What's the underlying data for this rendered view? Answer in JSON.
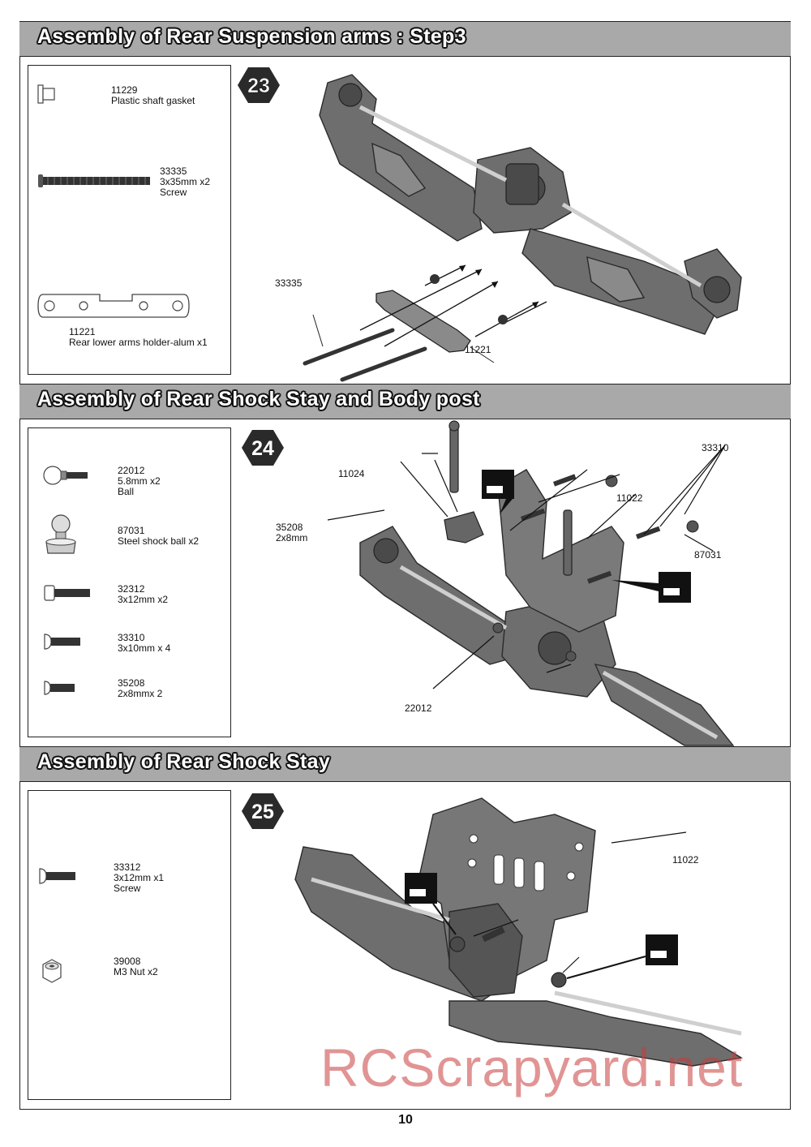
{
  "sections": [
    {
      "title": "Assembly of Rear Suspension arms : Step3",
      "step": "23",
      "parts": [
        {
          "lines": [
            "11229",
            "Plastic shaft gasket"
          ],
          "icon": "shaft-gasket-icon"
        },
        {
          "lines": [
            "33335",
            "3x35mm x2",
            "Screw"
          ],
          "icon": "long-screw-icon"
        },
        {
          "lines": [
            "11221",
            "Rear lower arms holder-alum x1"
          ],
          "icon": "arm-holder-plate-icon"
        }
      ],
      "callouts": [
        "33335",
        "11221"
      ]
    },
    {
      "title": "Assembly of Rear Shock Stay and Body post",
      "step": "24",
      "parts": [
        {
          "lines": [
            "22012",
            "5.8mm x2",
            "Ball"
          ],
          "icon": "ball-stud-icon"
        },
        {
          "lines": [
            "87031",
            "Steel shock ball x2"
          ],
          "icon": "steel-shock-ball-icon"
        },
        {
          "lines": [
            "32312",
            "3x12mm x2"
          ],
          "icon": "cap-screw-icon"
        },
        {
          "lines": [
            "33310",
            "3x10mm x 4"
          ],
          "icon": "button-screw-icon"
        },
        {
          "lines": [
            "35208",
            "2x8mmx 2"
          ],
          "icon": "small-screw-icon"
        }
      ],
      "callouts": [
        "11024",
        "35208",
        "2x8mm",
        "33310",
        "11022",
        "87031",
        "22012"
      ]
    },
    {
      "title": "Assembly of Rear Shock Stay",
      "step": "25",
      "parts": [
        {
          "lines": [
            "33312",
            "3x12mm x1",
            "Screw"
          ],
          "icon": "button-screw-icon"
        },
        {
          "lines": [
            "39008",
            "M3 Nut x2"
          ],
          "icon": "lock-nut-icon"
        }
      ],
      "callouts": [
        "11022"
      ]
    }
  ],
  "page_number": "10",
  "watermark": "RCScrapyard.net"
}
